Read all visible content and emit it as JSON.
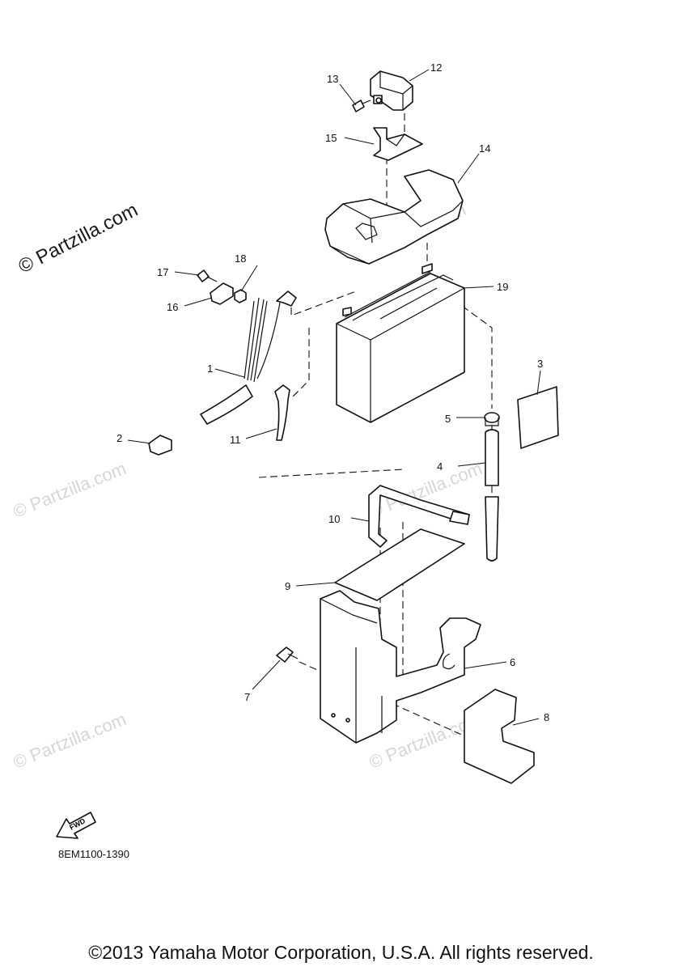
{
  "diagram": {
    "code": "8EM1100-1390",
    "copyright": "©2013 Yamaha Motor Corporation, U.S.A. All rights reserved.",
    "watermark": "© Partzilla.com",
    "fwd_label": "FWD",
    "callouts": [
      {
        "number": "1",
        "part": "wire-harness"
      },
      {
        "number": "2",
        "part": "clamp"
      },
      {
        "number": "3",
        "part": "label"
      },
      {
        "number": "4",
        "part": "breather-pipe"
      },
      {
        "number": "5",
        "part": "pipe-clip"
      },
      {
        "number": "6",
        "part": "battery-box"
      },
      {
        "number": "7",
        "part": "bolt"
      },
      {
        "number": "8",
        "part": "cover-plate"
      },
      {
        "number": "9",
        "part": "sheet-pad"
      },
      {
        "number": "10",
        "part": "battery-band"
      },
      {
        "number": "11",
        "part": "lead-wire"
      },
      {
        "number": "12",
        "part": "relay"
      },
      {
        "number": "13",
        "part": "relay-bolt"
      },
      {
        "number": "14",
        "part": "terminal-cover"
      },
      {
        "number": "15",
        "part": "relay-bracket"
      },
      {
        "number": "16",
        "part": "cap"
      },
      {
        "number": "17",
        "part": "screw"
      },
      {
        "number": "18",
        "part": "nut"
      },
      {
        "number": "19",
        "part": "battery"
      }
    ]
  }
}
